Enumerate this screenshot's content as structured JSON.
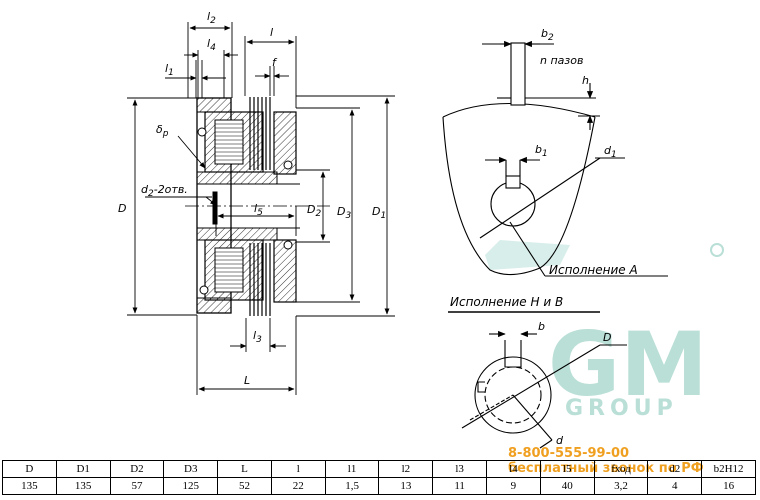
{
  "labels": {
    "l2": "l",
    "l2_sub": "2",
    "l4": "l",
    "l4_sub": "4",
    "l1": "l",
    "l1_sub": "1",
    "l": "l",
    "f": "f",
    "delta_p": "δ",
    "delta_p_sub": "p",
    "d2_2otv": "d",
    "d2_2otv_sub": "2",
    "d2_2otv_tail": "-2отв.",
    "l5": "l",
    "l5_sub": "5",
    "D": "D",
    "D2": "D",
    "D2_sub": "2",
    "D3": "D",
    "D3_sub": "3",
    "D1": "D",
    "D1_sub": "1",
    "l3": "l",
    "l3_sub": "3",
    "L": "L",
    "b2": "b",
    "b2_sub": "2",
    "n_slots": "n пазов",
    "h": "h",
    "b1": "b",
    "b1_sub": "1",
    "d1": "d",
    "d1_sub": "1",
    "variant_a": "Исполнение А",
    "variant_nv": "Исполнение Н и В",
    "b": "b",
    "D_right": "D",
    "d": "d"
  },
  "watermark": {
    "letters": "GM",
    "group": "GROUP",
    "color": "#b9dfd6"
  },
  "phone": {
    "number": "8-800-555-99-00",
    "caption": "бесплатный звонок по РФ"
  },
  "table": {
    "headers": [
      "D",
      "D1",
      "D2",
      "D3",
      "L",
      "l",
      "l1",
      "l2",
      "l3",
      "l4",
      "l5",
      "fход",
      "d2",
      "b2H12"
    ],
    "rows": [
      [
        "135",
        "135",
        "57",
        "125",
        "52",
        "22",
        "1,5",
        "13",
        "11",
        "9",
        "40",
        "3,2",
        "4",
        "16"
      ]
    ]
  }
}
